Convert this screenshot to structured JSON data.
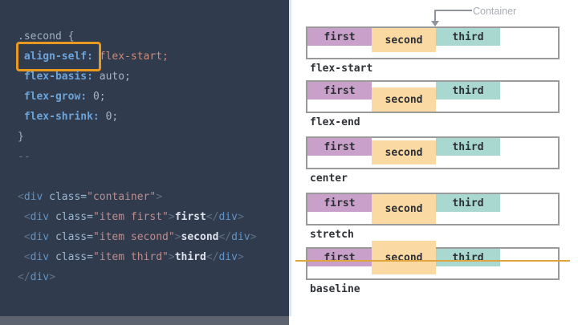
{
  "code": {
    "highlight_color": "#e8991f",
    "lines": [
      [
        {
          "c": "sel",
          "t": ".second {"
        }
      ],
      [
        {
          "c": "plain",
          "t": " "
        },
        {
          "c": "prop",
          "hl": true,
          "t": "align-self:"
        },
        {
          "c": "plain",
          "t": " "
        },
        {
          "c": "cssval",
          "t": "flex-start;"
        }
      ],
      [
        {
          "c": "plain",
          "t": " "
        },
        {
          "c": "prop",
          "t": "flex-basis:"
        },
        {
          "c": "plain",
          "t": " "
        },
        {
          "c": "val",
          "t": "auto;"
        }
      ],
      [
        {
          "c": "plain",
          "t": " "
        },
        {
          "c": "prop",
          "t": "flex-grow:"
        },
        {
          "c": "plain",
          "t": " "
        },
        {
          "c": "val",
          "t": "0;"
        }
      ],
      [
        {
          "c": "plain",
          "t": " "
        },
        {
          "c": "prop",
          "t": "flex-shrink:"
        },
        {
          "c": "plain",
          "t": " "
        },
        {
          "c": "val",
          "t": "0;"
        }
      ],
      [
        {
          "c": "sel",
          "t": "}"
        }
      ],
      [
        {
          "c": "dim",
          "t": "--"
        }
      ],
      [],
      [
        {
          "c": "punct",
          "t": "<"
        },
        {
          "c": "tag",
          "t": "div"
        },
        {
          "c": "plain",
          "t": " "
        },
        {
          "c": "attr",
          "t": "class="
        },
        {
          "c": "str",
          "t": "\"container\""
        },
        {
          "c": "punct",
          "t": ">"
        }
      ],
      [
        {
          "c": "plain",
          "t": " "
        },
        {
          "c": "punct",
          "t": "<"
        },
        {
          "c": "tag",
          "t": "div"
        },
        {
          "c": "plain",
          "t": " "
        },
        {
          "c": "attr",
          "t": "class="
        },
        {
          "c": "str",
          "t": "\"item first\""
        },
        {
          "c": "punct",
          "t": ">"
        },
        {
          "c": "content",
          "t": "first"
        },
        {
          "c": "punct",
          "t": "</"
        },
        {
          "c": "tag",
          "t": "div"
        },
        {
          "c": "punct",
          "t": ">"
        }
      ],
      [
        {
          "c": "plain",
          "t": " "
        },
        {
          "c": "punct",
          "t": "<"
        },
        {
          "c": "tag",
          "t": "div"
        },
        {
          "c": "plain",
          "t": " "
        },
        {
          "c": "attr",
          "t": "class="
        },
        {
          "c": "str",
          "t": "\"item second\""
        },
        {
          "c": "punct",
          "t": ">"
        },
        {
          "c": "content",
          "t": "second"
        },
        {
          "c": "punct",
          "t": "</"
        },
        {
          "c": "tag",
          "t": "div"
        },
        {
          "c": "punct",
          "t": ">"
        }
      ],
      [
        {
          "c": "plain",
          "t": " "
        },
        {
          "c": "punct",
          "t": "<"
        },
        {
          "c": "tag",
          "t": "div"
        },
        {
          "c": "plain",
          "t": " "
        },
        {
          "c": "attr",
          "t": "class="
        },
        {
          "c": "str",
          "t": "\"item third\""
        },
        {
          "c": "punct",
          "t": ">"
        },
        {
          "c": "content",
          "t": "third"
        },
        {
          "c": "punct",
          "t": "</"
        },
        {
          "c": "tag",
          "t": "div"
        },
        {
          "c": "punct",
          "t": ">"
        }
      ],
      [
        {
          "c": "punct",
          "t": "</"
        },
        {
          "c": "tag",
          "t": "div"
        },
        {
          "c": "punct",
          "t": ">"
        }
      ]
    ]
  },
  "diagram": {
    "container_label": "Container",
    "arrow_color": "#8f949b",
    "border_color": "#9a9a9a",
    "baseline_color": "#e0a43c",
    "items": [
      {
        "label": "first",
        "color": "#c9a0ca"
      },
      {
        "label": "second",
        "color": "#fbd9a2"
      },
      {
        "label": "third",
        "color": "#a8d8cf"
      }
    ],
    "rows": [
      {
        "label": "flex-start",
        "mode": "flex-start"
      },
      {
        "label": "flex-end",
        "mode": "flex-end"
      },
      {
        "label": "center",
        "mode": "center"
      },
      {
        "label": "stretch",
        "mode": "stretch"
      },
      {
        "label": "baseline",
        "mode": "baseline"
      }
    ]
  }
}
